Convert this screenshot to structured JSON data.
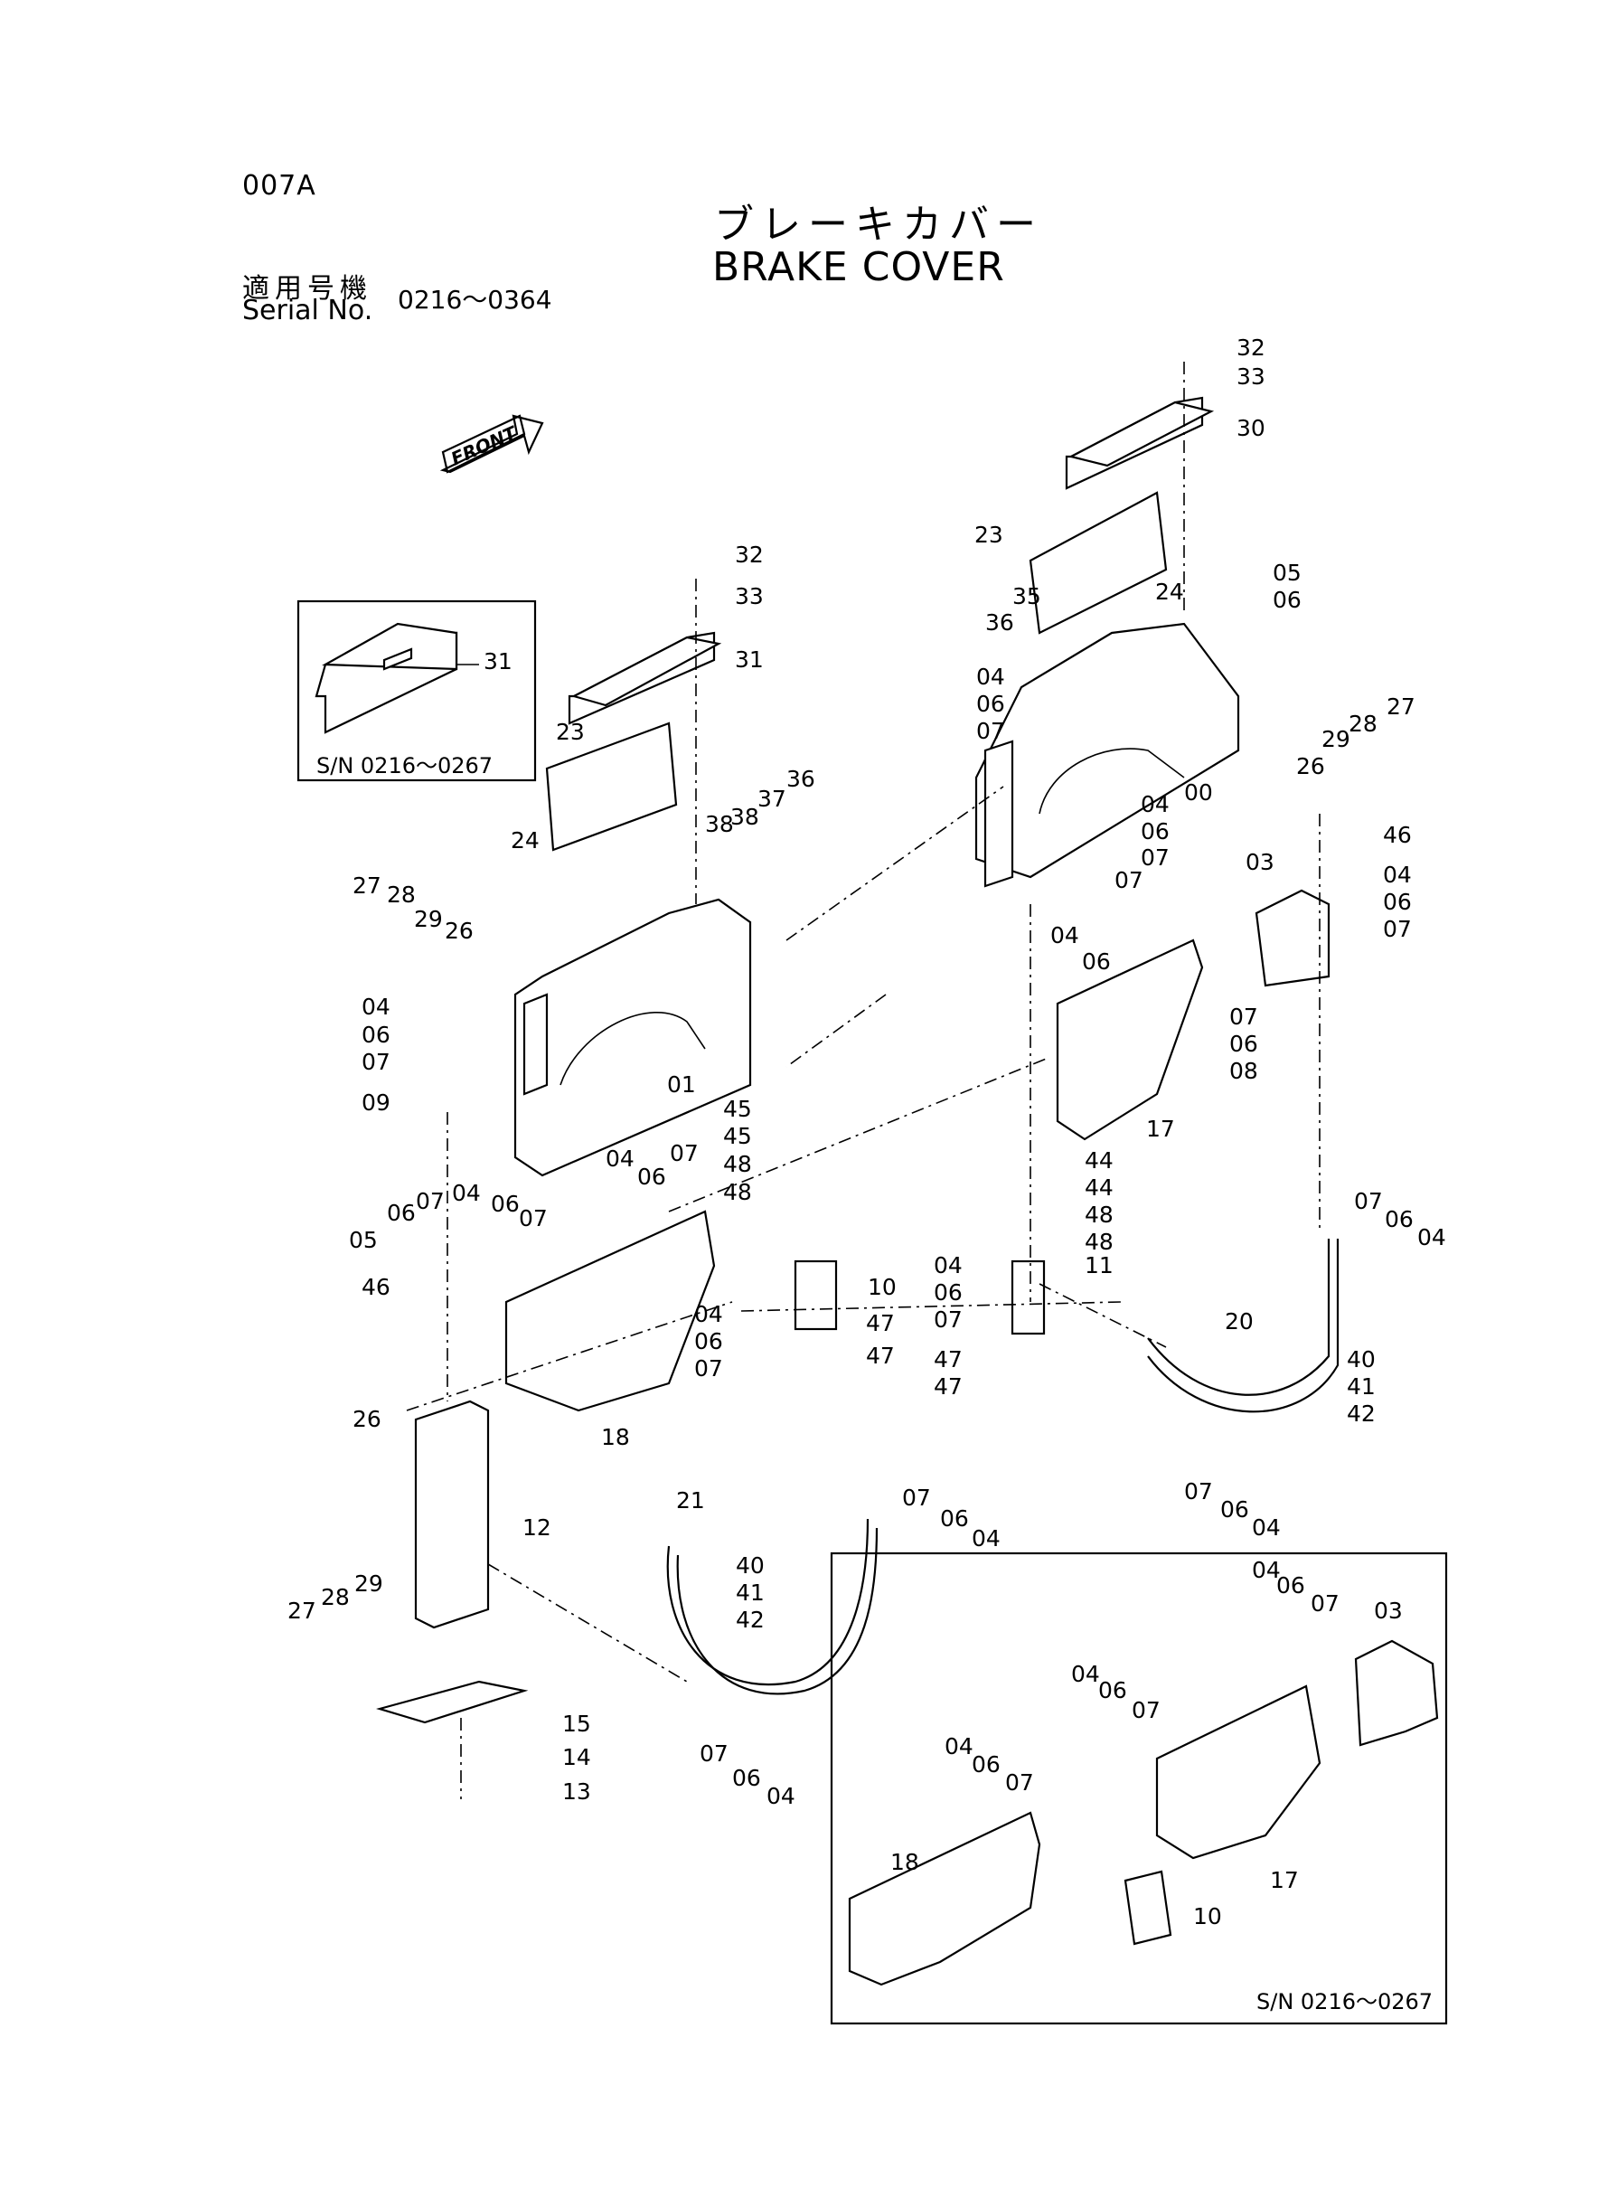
{
  "header": {
    "page_code": "007A",
    "title_jp": "ブレーキカバー",
    "title_en": "BRAKE COVER",
    "serial_label_jp": "適用号機",
    "serial_label_en": "Serial No.",
    "serial_range": "0216～0364"
  },
  "front_arrow": {
    "label": "FRONT"
  },
  "insets": [
    {
      "serial_note": "S/N  0216～0267"
    },
    {
      "serial_note": "S/N  0216～0267"
    }
  ],
  "callouts": [
    "32",
    "33",
    "30",
    "23",
    "05",
    "06",
    "24",
    "35",
    "36",
    "27",
    "28",
    "29",
    "26",
    "04",
    "06",
    "07",
    "00",
    "04",
    "06",
    "07",
    "46",
    "03",
    "04",
    "06",
    "07",
    "04",
    "06",
    "07",
    "07",
    "06",
    "08",
    "17",
    "32",
    "33",
    "31",
    "31",
    "23",
    "24",
    "27",
    "28",
    "29",
    "26",
    "38",
    "38",
    "37",
    "36",
    "01",
    "04",
    "06",
    "07",
    "09",
    "05",
    "06",
    "07",
    "04",
    "06",
    "07",
    "46",
    "18",
    "45",
    "45",
    "48",
    "48",
    "04",
    "06",
    "07",
    "10",
    "04",
    "06",
    "07",
    "47",
    "47",
    "44",
    "44",
    "48",
    "48",
    "04",
    "06",
    "07",
    "11",
    "47",
    "47",
    "07",
    "06",
    "04",
    "20",
    "40",
    "41",
    "42",
    "07",
    "06",
    "04",
    "26",
    "27",
    "28",
    "29",
    "12",
    "21",
    "40",
    "41",
    "42",
    "07",
    "06",
    "04",
    "07",
    "06",
    "04",
    "15",
    "14",
    "13",
    "04",
    "06",
    "07",
    "03",
    "04",
    "06",
    "07",
    "04",
    "06",
    "07",
    "18",
    "17",
    "10"
  ]
}
